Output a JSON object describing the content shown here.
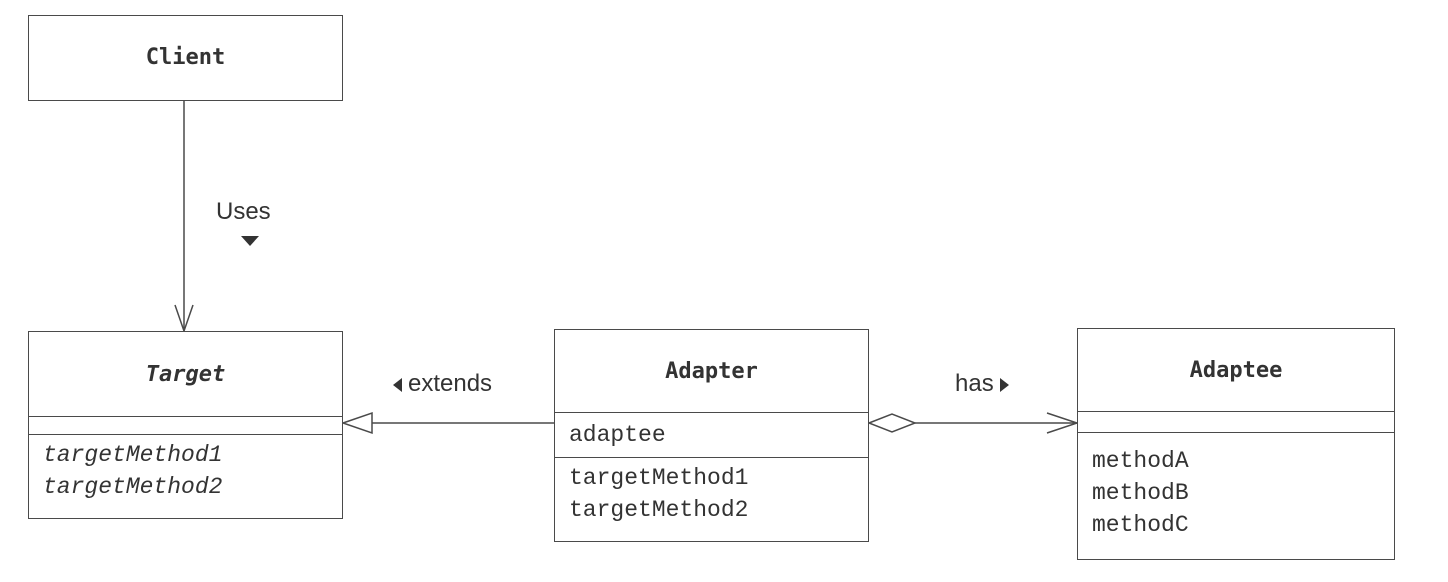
{
  "classes": {
    "client": {
      "name": "Client",
      "attributes": [],
      "methods": []
    },
    "target": {
      "name": "Target",
      "abstract": true,
      "attributes": [],
      "methods": [
        "targetMethod1",
        "targetMethod2"
      ]
    },
    "adapter": {
      "name": "Adapter",
      "attributes": [
        "adaptee"
      ],
      "methods": [
        "targetMethod1",
        "targetMethod2"
      ]
    },
    "adaptee": {
      "name": "Adaptee",
      "attributes": [],
      "methods": [
        "methodA",
        "methodB",
        "methodC"
      ]
    }
  },
  "relations": {
    "uses": {
      "label": "Uses",
      "from": "Client",
      "to": "Target",
      "kind": "association"
    },
    "extends": {
      "label": "extends",
      "from": "Adapter",
      "to": "Target",
      "kind": "generalization"
    },
    "has": {
      "label": "has",
      "from": "Adapter",
      "to": "Adaptee",
      "kind": "aggregation"
    }
  },
  "colors": {
    "line": "#4a4a4a",
    "text": "#333333",
    "background": "#ffffff"
  }
}
